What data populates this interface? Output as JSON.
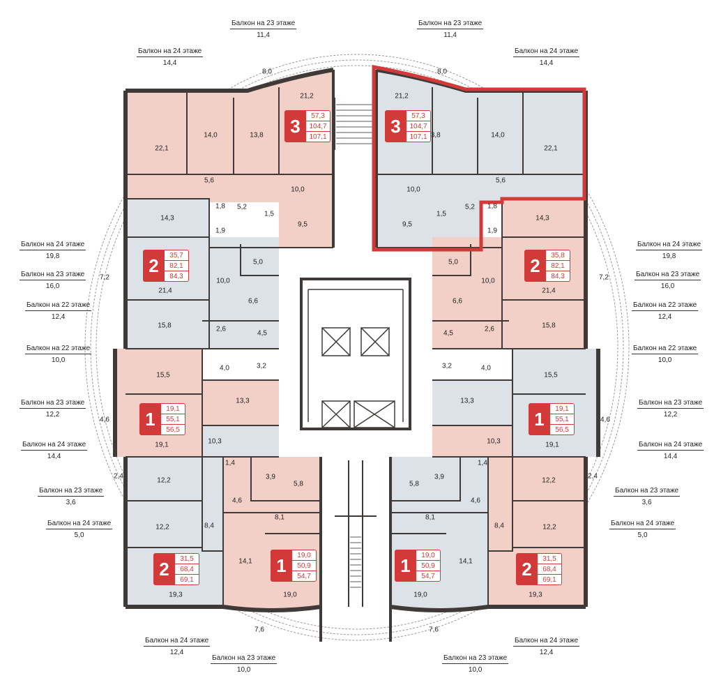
{
  "colors": {
    "pink": "#f2d0c8",
    "blue": "#dde2e8",
    "wall": "#3f3a37",
    "accent": "#d23a3a"
  },
  "apartments": [
    {
      "rooms": "3",
      "living": "57,3",
      "total": "104,7",
      "total_balcony": "107,1"
    },
    {
      "rooms": "3",
      "living": "57,3",
      "total": "104,7",
      "total_balcony": "107,1"
    },
    {
      "rooms": "2",
      "living": "35,7",
      "total": "82,1",
      "total_balcony": "84,3"
    },
    {
      "rooms": "2",
      "living": "35,8",
      "total": "82,1",
      "total_balcony": "84,3"
    },
    {
      "rooms": "1",
      "living": "19,1",
      "total": "55,1",
      "total_balcony": "56,5"
    },
    {
      "rooms": "1",
      "living": "19,1",
      "total": "55,1",
      "total_balcony": "56,5"
    },
    {
      "rooms": "2",
      "living": "31,5",
      "total": "68,4",
      "total_balcony": "69,1"
    },
    {
      "rooms": "1",
      "living": "19,0",
      "total": "50,9",
      "total_balcony": "54,7"
    },
    {
      "rooms": "1",
      "living": "19,0",
      "total": "50,9",
      "total_balcony": "54,7"
    },
    {
      "rooms": "2",
      "living": "31,5",
      "total": "68,4",
      "total_balcony": "69,1"
    }
  ],
  "balconies": [
    {
      "title": "Балкон на 23 этаже",
      "area": "11,4"
    },
    {
      "title": "Балкон на 23 этаже",
      "area": "11,4"
    },
    {
      "title": "Балкон на 24 этаже",
      "area": "14,4"
    },
    {
      "title": "Балкон на 24 этаже",
      "area": "14,4"
    },
    {
      "title": "Балкон на 24 этаже",
      "area": "19,8"
    },
    {
      "title": "Балкон на 23 этаже",
      "area": "16,0"
    },
    {
      "title": "Балкон на 22 этаже",
      "area": "12,4"
    },
    {
      "title": "Балкон на 22 этаже",
      "area": "10,0"
    },
    {
      "title": "Балкон на 23 этаже",
      "area": "12,2"
    },
    {
      "title": "Балкон на 24 этаже",
      "area": "14,4"
    },
    {
      "title": "Балкон на 23 этаже",
      "area": "3,6"
    },
    {
      "title": "Балкон на 24 этаже",
      "area": "5,0"
    },
    {
      "title": "Балкон на 24 этаже",
      "area": "19,8"
    },
    {
      "title": "Балкон на 23 этаже",
      "area": "16,0"
    },
    {
      "title": "Балкон на 22 этаже",
      "area": "12,4"
    },
    {
      "title": "Балкон на 22 этаже",
      "area": "10,0"
    },
    {
      "title": "Балкон на 23 этаже",
      "area": "12,2"
    },
    {
      "title": "Балкон на 24 этаже",
      "area": "14,4"
    },
    {
      "title": "Балкон на 23 этаже",
      "area": "3,6"
    },
    {
      "title": "Балкон на 24 этаже",
      "area": "5,0"
    },
    {
      "title": "Балкон на 24 этаже",
      "area": "12,4"
    },
    {
      "title": "Балкон на 24 этаже",
      "area": "12,4"
    },
    {
      "title": "Балкон на 23 этаже",
      "area": "10,0"
    },
    {
      "title": "Балкон на 23 этаже",
      "area": "10,0"
    }
  ],
  "room_areas": {
    "top_left": [
      "22,1",
      "14,0",
      "13,8",
      "21,2",
      "8,0",
      "5,6",
      "10,0",
      "1,8",
      "5,2",
      "1,5",
      "9,5",
      "1,9",
      "14,3"
    ],
    "top_right": [
      "21,2",
      "13,8",
      "14,0",
      "22,1",
      "8,0",
      "5,6",
      "10,0",
      "5,2",
      "1,8",
      "1,5",
      "9,5",
      "1,9",
      "14,3"
    ],
    "mid_left": [
      "10,0",
      "5,0",
      "21,4",
      "6,6",
      "15,8",
      "2,6",
      "4,5",
      "7,2",
      "15,5",
      "4,0",
      "3,2",
      "13,3",
      "19,1",
      "4,6",
      "10,3"
    ],
    "mid_right": [
      "5,0",
      "10,0",
      "21,4",
      "6,6",
      "4,5",
      "2,6",
      "15,8",
      "7,2",
      "3,2",
      "4,0",
      "15,5",
      "13,3",
      "19,1",
      "4,6",
      "10,3"
    ],
    "bottom_left": [
      "1,4",
      "3,9",
      "5,8",
      "12,2",
      "2,4",
      "4,6",
      "8,1",
      "12,2",
      "8,4",
      "14,1",
      "19,3",
      "19,0",
      "7,6"
    ],
    "bottom_right": [
      "5,8",
      "3,9",
      "1,4",
      "12,2",
      "2,4",
      "4,6",
      "8,1",
      "8,4",
      "12,2",
      "14,1",
      "19,0",
      "19,3",
      "7,6"
    ]
  }
}
